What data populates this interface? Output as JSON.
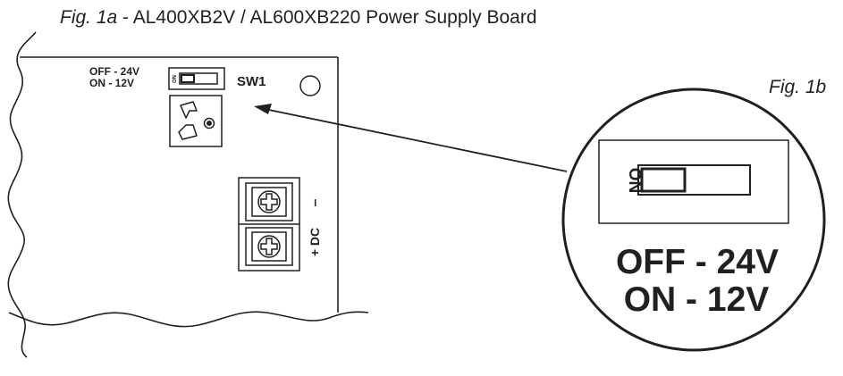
{
  "fig1a": {
    "label": "Fig. 1a",
    "separator": " - ",
    "title": "AL400XB2V / AL600XB220 Power Supply Board"
  },
  "board": {
    "switch_legend_line1": "OFF - 24V",
    "switch_legend_line2": "ON - 12V",
    "switch_on_label": "ON",
    "switch_name": "SW1",
    "terminal_minus": "–",
    "terminal_label": "+ DC"
  },
  "fig1b": {
    "label": "Fig. 1b",
    "switch_on_label": "ON",
    "legend_line1": "OFF - 24V",
    "legend_line2": "ON - 12V"
  },
  "colors": {
    "ink": "#231f20",
    "paper": "#ffffff"
  },
  "icons": [
    "potentiometer-icon",
    "screw-terminal-icon",
    "dip-switch-icon",
    "mounting-hole-icon",
    "callout-arrow-icon"
  ]
}
